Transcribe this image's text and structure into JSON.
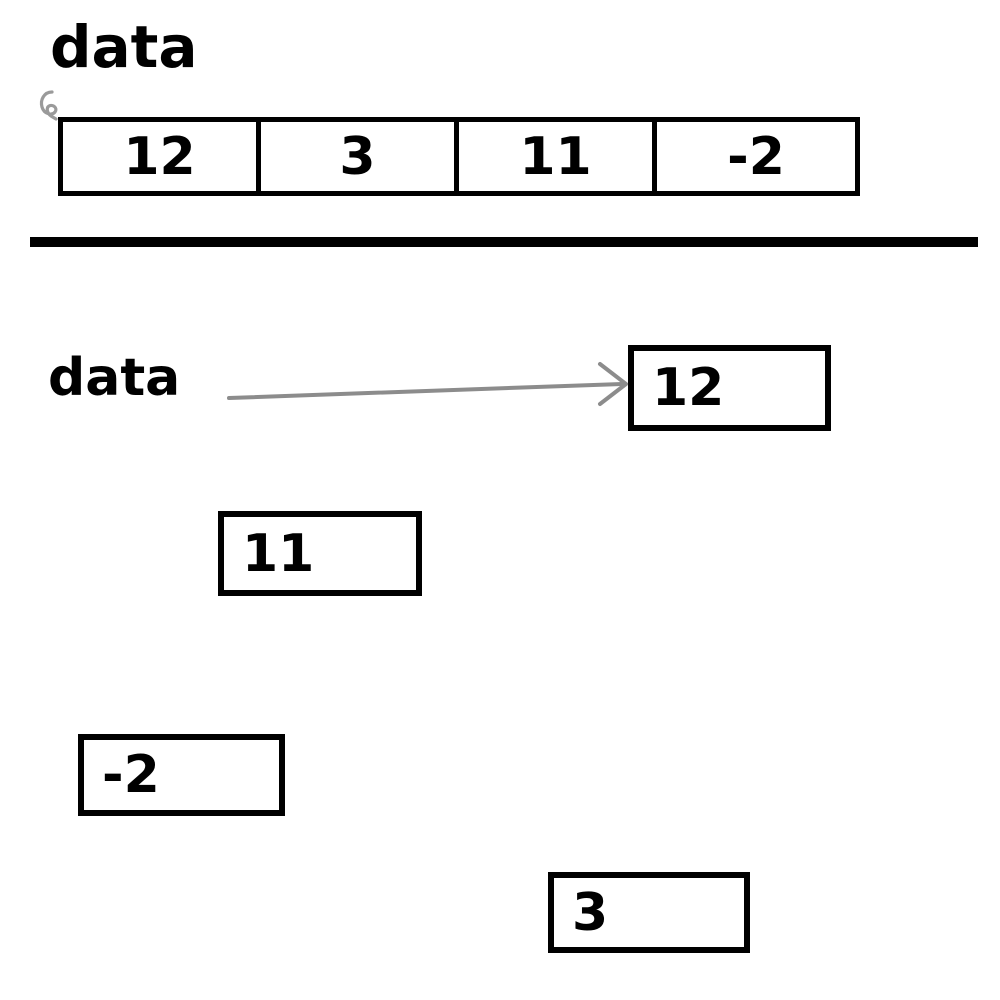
{
  "diagram": {
    "title_top": "data",
    "title_bottom": "data",
    "array": {
      "label": "data",
      "cells": [
        {
          "value": "12"
        },
        {
          "value": "3"
        },
        {
          "value": "11"
        },
        {
          "value": "-2"
        }
      ]
    },
    "nodes": [
      {
        "id": "node-12",
        "value": "12"
      },
      {
        "id": "node-11",
        "value": "11"
      },
      {
        "id": "node-minus2",
        "value": "-2"
      },
      {
        "id": "node-3",
        "value": "3"
      }
    ],
    "pointer": {
      "label": "data",
      "target_value": "12",
      "arrow_color": "#8c8c8c"
    },
    "colors": {
      "stroke": "#000000",
      "background": "#ffffff",
      "arrow": "#8c8c8c",
      "squiggle": "#9a9a9a"
    }
  }
}
